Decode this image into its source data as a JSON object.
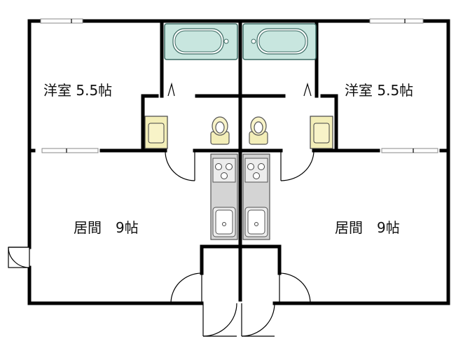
{
  "units": [
    {
      "bedroom_label": "洋室 5.5帖",
      "living_label": "居間　9帖"
    },
    {
      "bedroom_label": "洋室 5.5帖",
      "living_label": "居間　9帖"
    }
  ],
  "colors": {
    "wall": "#000000",
    "bathtub": "#c8e6df",
    "bathtub_stroke": "#3c6a63",
    "washer": "#f3eeb8",
    "kitchen": "#d4d4d4",
    "window": "#8a8a8a"
  }
}
